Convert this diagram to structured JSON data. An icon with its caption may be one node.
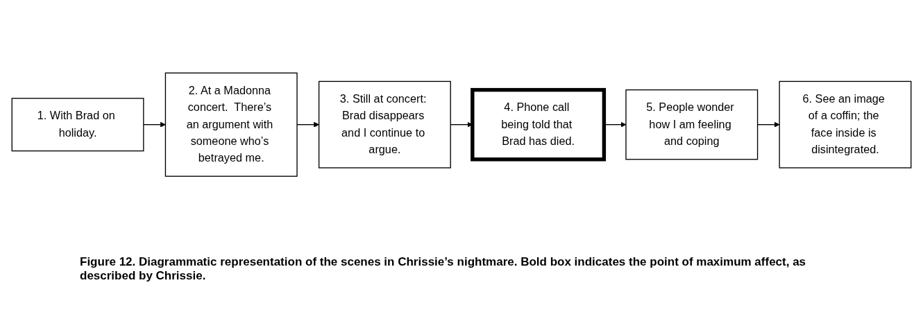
{
  "diagram": {
    "caption": "Figure 12.  Diagrammatic representation of the scenes in Chrissie’s nightmare.  Bold box indicates the point of maximum affect, as described by Chrissie.",
    "nodes": [
      {
        "text": [
          "1. With Brad on holiday."
        ]
      },
      {
        "text": [
          "2. At a Madonna concert.  There’s an argument with someone who’s betrayed me."
        ]
      },
      {
        "text": [
          "3. Still at concert: Brad disappears and I continue to argue."
        ]
      },
      {
        "text": [
          "4. Phone call being told that Brad has died."
        ]
      },
      {
        "text": [
          "5. People wonder how I am feeling and coping"
        ]
      },
      {
        "text": [
          "6. See an image of a coffin; the face inside is disintegrated."
        ]
      }
    ],
    "edges": [
      {
        "from": 0,
        "to": 1,
        "arrow": "to"
      },
      {
        "from": 1,
        "to": 2,
        "arrow": "to"
      },
      {
        "from": 2,
        "to": 3,
        "arrow": "to"
      },
      {
        "from": 3,
        "to": 4,
        "arrow": "to"
      },
      {
        "from": 4,
        "to": 5,
        "arrow": "to"
      }
    ]
  }
}
